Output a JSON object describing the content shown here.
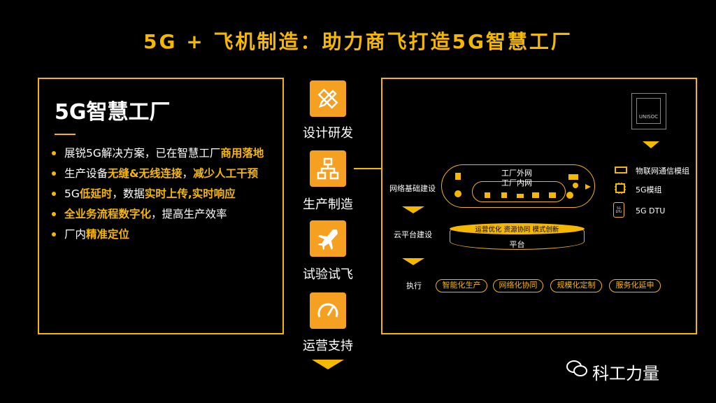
{
  "title": "5G + 飞机制造：助力商飞打造5G智慧工厂",
  "left_panel": {
    "heading": "5G智慧工厂",
    "bullets": [
      {
        "normal1": "展锐5G解决方案，已在智慧工厂",
        "highlight1": "商用落地",
        "normal2": "",
        "highlight2": "",
        "normal3": ""
      },
      {
        "normal1": "生产设备",
        "highlight1": "无缝&无线连接",
        "normal2": "，",
        "highlight2": "减少人工干预",
        "normal3": ""
      },
      {
        "normal1": "5G",
        "highlight1": "低延时",
        "normal2": "，数据",
        "highlight2": "实时上传,实时响应",
        "normal3": ""
      },
      {
        "normal1": "",
        "highlight1": "全业务流程数字化",
        "normal2": "，提高生产效率",
        "highlight2": "",
        "normal3": ""
      },
      {
        "normal1": "厂内",
        "highlight1": "精准定位",
        "normal2": "",
        "highlight2": "",
        "normal3": ""
      }
    ]
  },
  "stages": [
    {
      "label": "设计研发",
      "icon": "ruler-pencil-icon"
    },
    {
      "label": "生产制造",
      "icon": "network-hierarchy-icon"
    },
    {
      "label": "试验试飞",
      "icon": "airplane-icon"
    },
    {
      "label": "运营支持",
      "icon": "gauge-icon"
    }
  ],
  "right_panel": {
    "network_label": "网络基础建设",
    "outer_network": "工厂外网",
    "inner_network": "工厂内网",
    "cloud_label": "云平台建设",
    "platform_top": "运营优化 资源协同 模式创新",
    "platform_label": "平台",
    "exec_label": "执行",
    "exec_pills": [
      "智能化生产",
      "网络化协同",
      "规模化定制",
      "服务化延申"
    ],
    "chip_brand": "UNISOC",
    "modules": [
      {
        "label": "物联网通信模组",
        "icon": "iot-module-icon"
      },
      {
        "label": "5G模组",
        "icon": "chip-icon"
      },
      {
        "label": "5G DTU",
        "icon": "dtu-icon",
        "badge": "5G DTU"
      }
    ]
  },
  "watermark": "科工力量",
  "colors": {
    "accent": "#f5b800",
    "tile": "#f5a020",
    "background": "#000000"
  }
}
